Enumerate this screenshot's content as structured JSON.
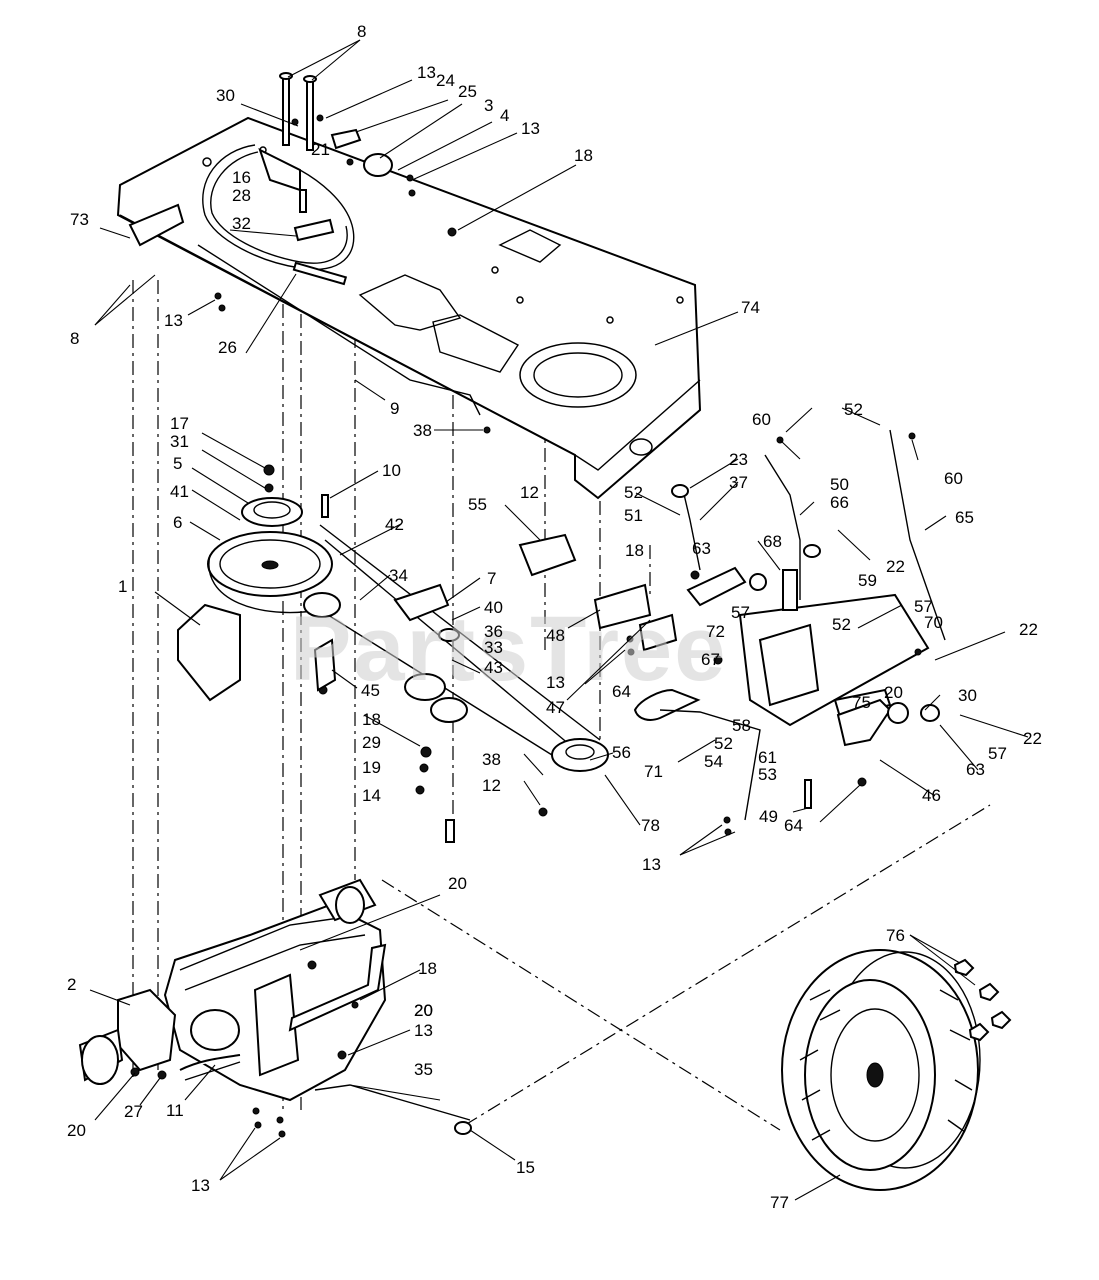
{
  "watermark": "PartsTree",
  "callouts": {
    "c8a": "8",
    "c13a": "13",
    "c24": "24",
    "c25": "25",
    "c30a": "30",
    "c3": "3",
    "c4": "4",
    "c13b": "13",
    "c21": "21",
    "c16": "16",
    "c28": "28",
    "c18a": "18",
    "c73": "73",
    "c32": "32",
    "c8b": "8",
    "c13c": "13",
    "c74": "74",
    "c26": "26",
    "c9": "9",
    "c38a": "38",
    "c12a": "12",
    "c17": "17",
    "c31": "31",
    "c5": "5",
    "c10": "10",
    "c41": "41",
    "c6": "6",
    "c42": "42",
    "c23": "23",
    "c37": "37",
    "c52a": "52",
    "c51": "51",
    "c55": "55",
    "c18b": "18",
    "c60a": "60",
    "c52b": "52",
    "c50": "50",
    "c60b": "60",
    "c66": "66",
    "c65": "65",
    "c63a": "63",
    "c68": "68",
    "c22a": "22",
    "c59": "59",
    "c1": "1",
    "c34": "34",
    "c7": "7",
    "c40": "40",
    "c36": "36",
    "c33": "33",
    "c43": "43",
    "c48": "48",
    "c57a": "57",
    "c72": "72",
    "c57b": "57",
    "c70": "70",
    "c52c": "52",
    "c13d": "13",
    "c67": "67",
    "c22b": "22",
    "c64a": "64",
    "c47": "47",
    "c45": "45",
    "c30b": "30",
    "c20a": "20",
    "c75": "75",
    "c18c": "18",
    "c29": "29",
    "c19": "19",
    "c14": "14",
    "c38b": "38",
    "c12b": "12",
    "c56": "56",
    "c71": "71",
    "c54": "54",
    "c58": "58",
    "c52d": "52",
    "c61": "61",
    "c53": "53",
    "c57c": "57",
    "c22c": "22",
    "c63b": "63",
    "c46": "46",
    "c49": "49",
    "c64b": "64",
    "c78": "78",
    "c13e": "13",
    "c20b": "20",
    "c20c": "20",
    "c18d": "18",
    "c2": "2",
    "c20d": "20",
    "c13f": "13",
    "c27": "27",
    "c11": "11",
    "c35": "35",
    "c20e": "20",
    "c13g": "13",
    "c15": "15",
    "c76": "76",
    "c77": "77"
  }
}
